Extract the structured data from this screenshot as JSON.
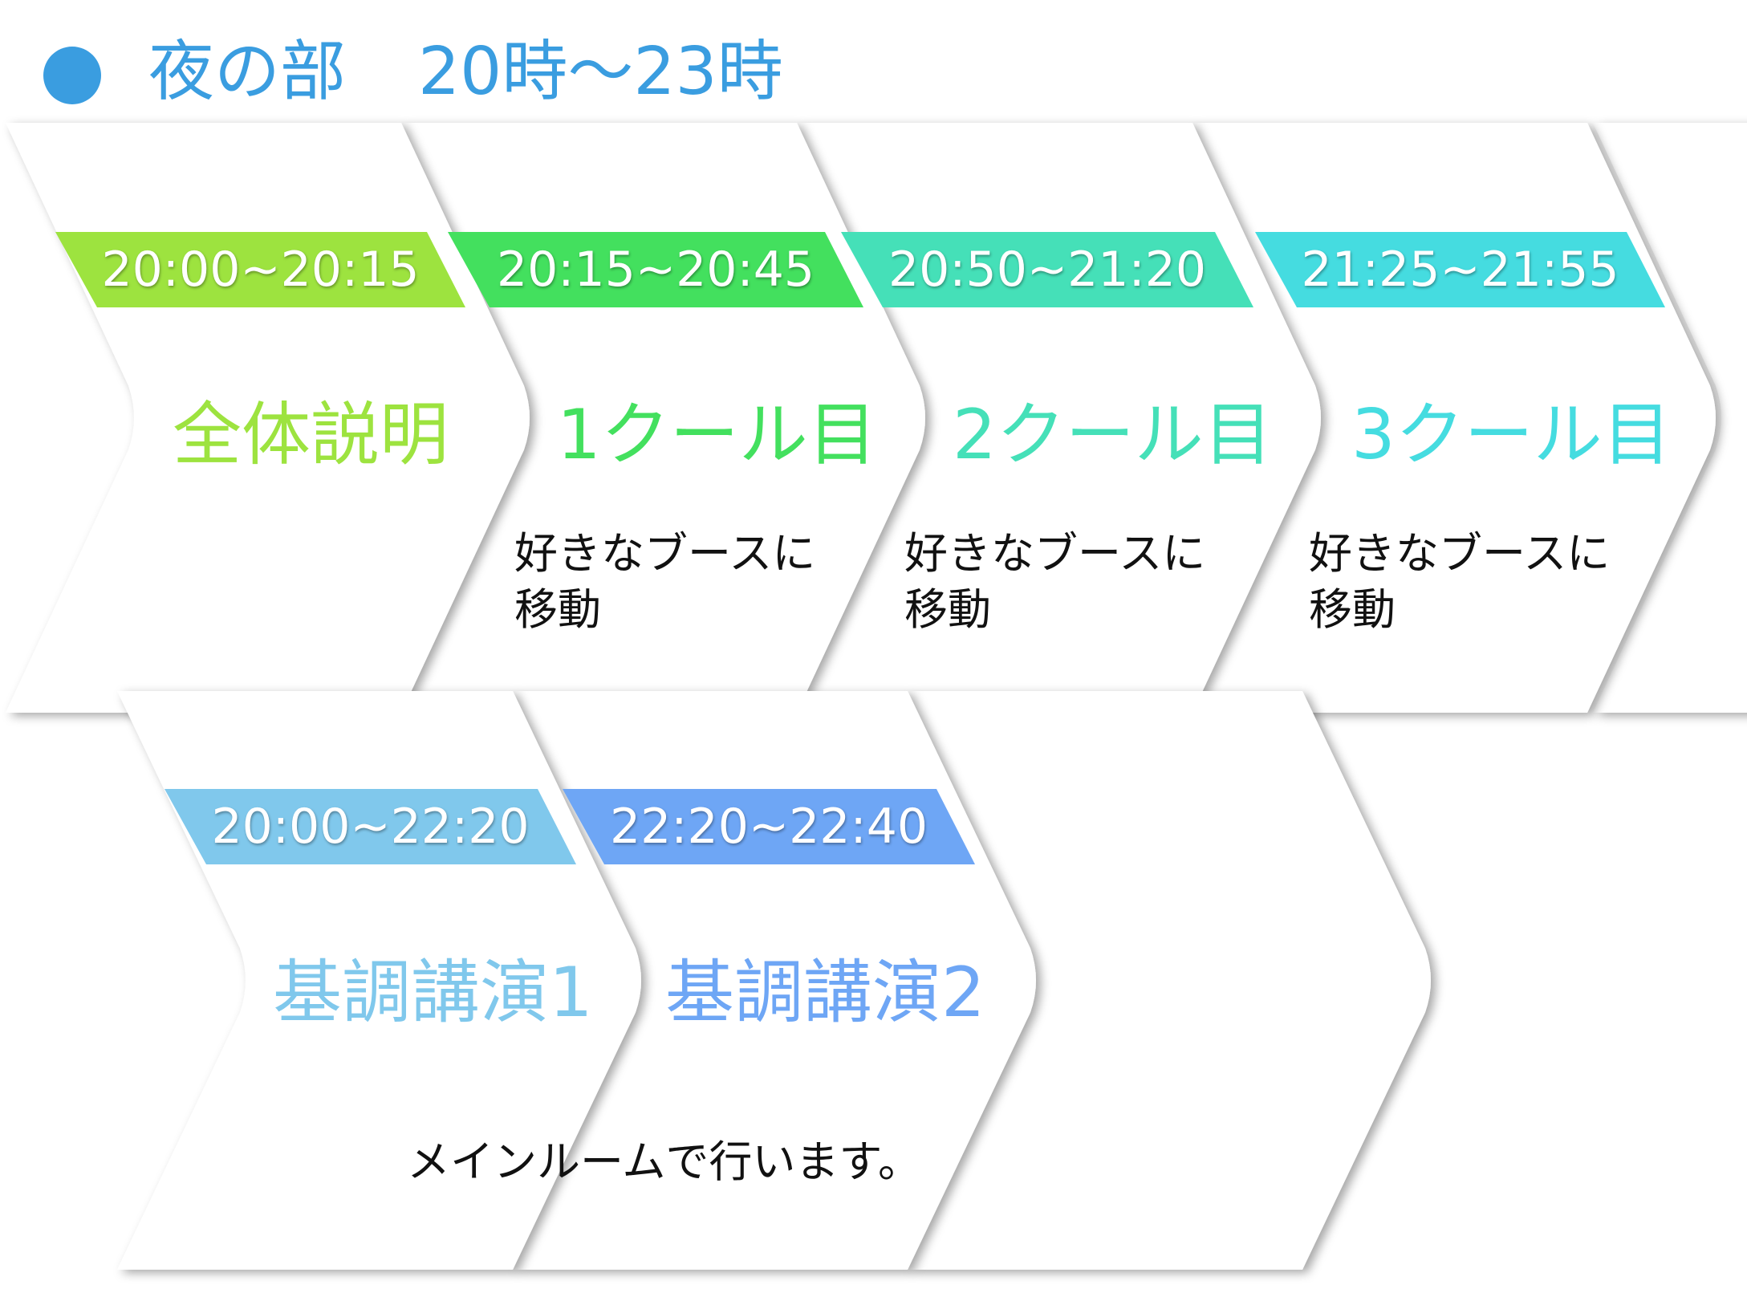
{
  "header": {
    "section": "夜の部",
    "time_range": "20時〜23時",
    "dot_color": "#3a9de0",
    "color": "#3a9de0"
  },
  "row1": [
    {
      "time": "20:00~20:15",
      "title": "全体説明",
      "desc": "",
      "color": "#9de33f"
    },
    {
      "time": "20:15~20:45",
      "title": "1クール目",
      "desc": "好きなブースに\n移動",
      "color": "#43e05e"
    },
    {
      "time": "20:50~21:20",
      "title": "2クール目",
      "desc": "好きなブースに\n移動",
      "color": "#45e0b8"
    },
    {
      "time": "21:25~21:55",
      "title": "3クール目",
      "desc": "好きなブースに\n移動",
      "color": "#45dce0"
    }
  ],
  "row2": [
    {
      "time": "20:00~22:20",
      "title": "基調講演1",
      "color": "#80c8ec"
    },
    {
      "time": "22:20~22:40",
      "title": "基調講演2",
      "color": "#6ea6f5"
    }
  ],
  "row2_note": "メインルームで行います。"
}
